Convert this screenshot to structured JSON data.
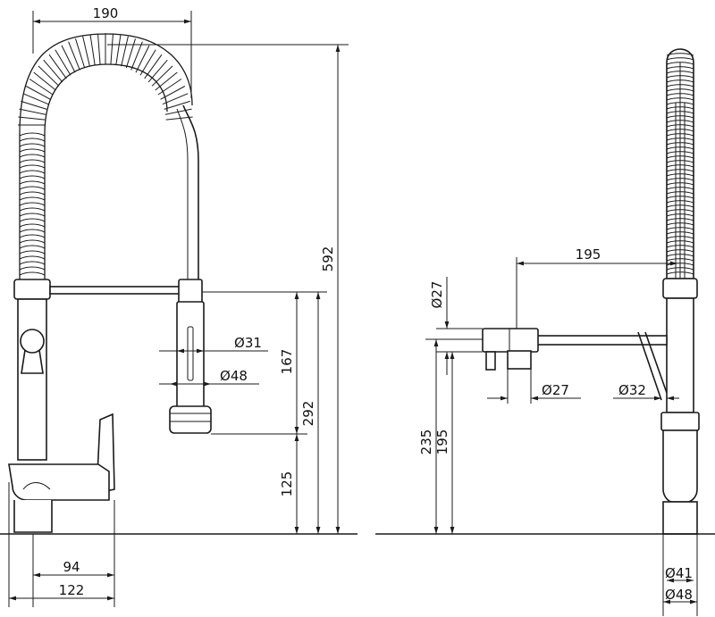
{
  "front_view": {
    "width_top": "190",
    "height_total": "592",
    "height_spout": "167",
    "height_inlet": "292",
    "height_base": "125",
    "dia_handle": "31",
    "dia_head": "48",
    "base_width": "94",
    "total_depth": "122"
  },
  "side_view": {
    "reach": "195",
    "dia_top": "27",
    "dia_outlet": "27",
    "dia_spring": "32",
    "height_235": "235",
    "height_195": "195",
    "dia_base_41": "41",
    "dia_base_48": "48"
  },
  "symbols": {
    "diameter": "Ø"
  }
}
